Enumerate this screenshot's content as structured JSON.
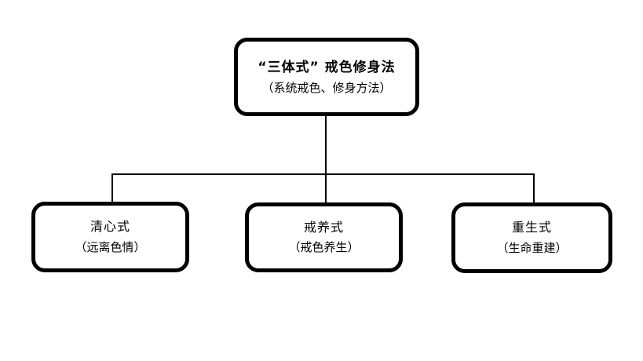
{
  "diagram": {
    "root": {
      "title": "“三体式” 戒色修身法",
      "subtitle": "（系统戒色、修身方法）"
    },
    "children": [
      {
        "title": "清心式",
        "subtitle": "（远离色情）"
      },
      {
        "title": "戒养式",
        "subtitle": "（戒色养生）"
      },
      {
        "title": "重生式",
        "subtitle": "（生命重建）"
      }
    ],
    "colors": {
      "line": "#000000",
      "border": "#000000",
      "background": "#ffffff",
      "text": "#000000"
    }
  }
}
